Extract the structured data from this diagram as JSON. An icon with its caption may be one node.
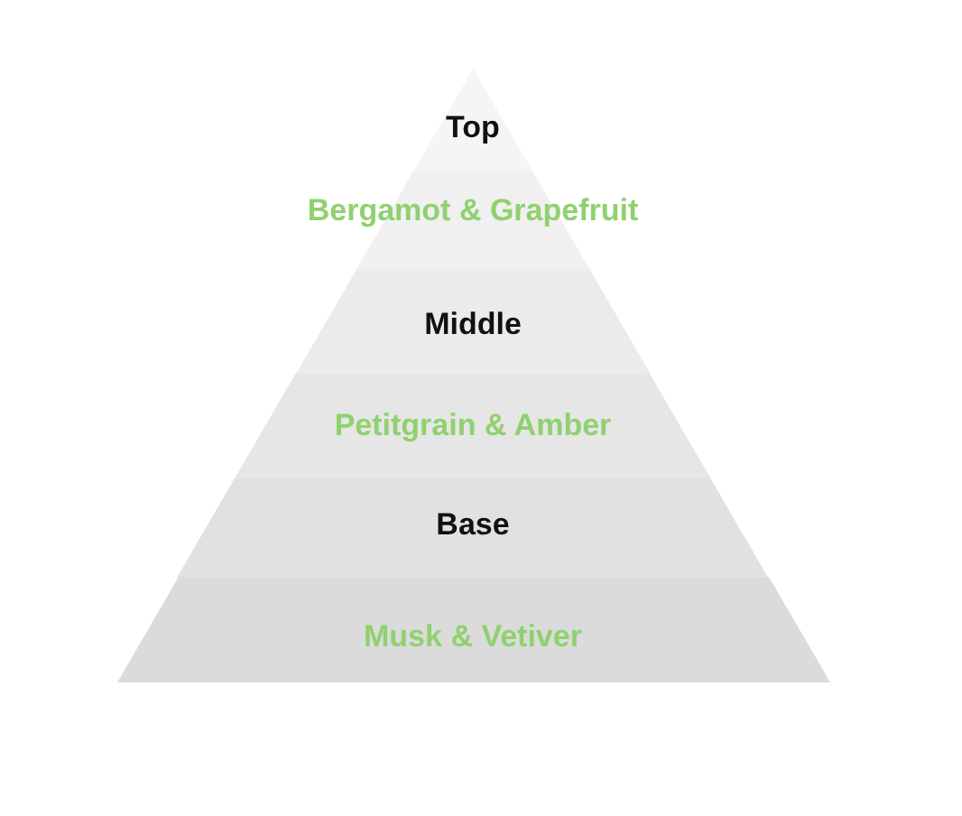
{
  "diagram": {
    "nodes": [
      {
        "text": [
          "Top"
        ]
      },
      {
        "text": [
          "Bergamot & Grapefruit"
        ]
      },
      {
        "text": [
          "Middle"
        ]
      },
      {
        "text": [
          "Petitgrain & Amber"
        ]
      },
      {
        "text": [
          "Base"
        ]
      },
      {
        "text": [
          "Musk & Vetiver"
        ]
      }
    ]
  }
}
